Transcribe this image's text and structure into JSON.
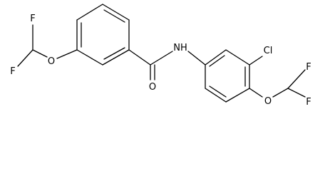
{
  "structure": {
    "atom_labels": {
      "f_top": "F",
      "f_bottom": "F",
      "ether_o_left": "O",
      "carbonyl_o": "O",
      "amide_nh": "NH",
      "cl": "Cl",
      "ether_o_right": "O",
      "f_right_top": "F",
      "f_right_bottom": "F"
    }
  }
}
